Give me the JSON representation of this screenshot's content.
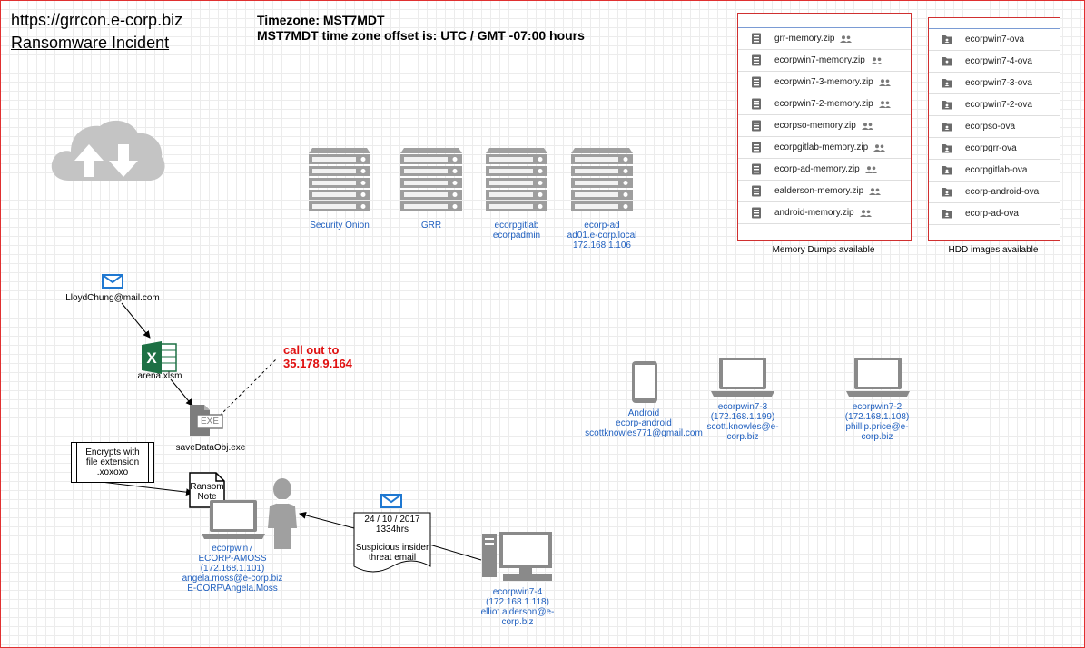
{
  "header": {
    "url": "https://grrcon.e-corp.biz",
    "incident": "Ransomware Incident",
    "timezone": "Timezone: MST7MDT",
    "offset": "MST7MDT time zone offset is: UTC / GMT -07:00 hours"
  },
  "servers": [
    {
      "l1": "Security Onion",
      "l2": "",
      "l3": ""
    },
    {
      "l1": "GRR",
      "l2": "",
      "l3": ""
    },
    {
      "l1": "ecorpgitlab",
      "l2": "ecorpadmin",
      "l3": ""
    },
    {
      "l1": "ecorp-ad",
      "l2": "ad01.e-corp.local",
      "l3": "172.168.1.106"
    }
  ],
  "memory": {
    "caption": "Memory Dumps available",
    "items": [
      "grr-memory.zip",
      "ecorpwin7-memory.zip",
      "ecorpwin7-3-memory.zip",
      "ecorpwin7-2-memory.zip",
      "ecorpso-memory.zip",
      "ecorpgitlab-memory.zip",
      "ecorp-ad-memory.zip",
      "ealderson-memory.zip",
      "android-memory.zip"
    ]
  },
  "hdd": {
    "caption": "HDD images available",
    "items": [
      "ecorpwin7-ova",
      "ecorpwin7-4-ova",
      "ecorpwin7-3-ova",
      "ecorpwin7-2-ova",
      "ecorpso-ova",
      "ecorpgrr-ova",
      "ecorpgitlab-ova",
      "ecorp-android-ova",
      "ecorp-ad-ova"
    ]
  },
  "attack": {
    "email": "LloydChung@mail.com",
    "xlsm": "arena.xlsm",
    "exe_label": "saveDataObj.exe",
    "exe_icon_text": "EXE",
    "callout_1": "call out to",
    "callout_2": "35.178.9.164",
    "encrypt_1": "Encrypts with",
    "encrypt_2": "file extension",
    "encrypt_3": ".xoxoxo",
    "ransom_1": "Ransom",
    "ransom_2": "Note"
  },
  "victim": {
    "l1": "ecorpwin7",
    "l2": "ECORP-AMOSS",
    "l3": "(172.168.1.101)",
    "l4": "angela.moss@e-corp.biz",
    "l5": "E-CORP\\Angela.Moss"
  },
  "insider": {
    "date": "24 / 10 / 2017",
    "time": "1334hrs",
    "s1": "Suspicious insider",
    "s2": "threat email"
  },
  "desktop": {
    "l1": "ecorpwin7-4",
    "l2": "(172.168.1.118)",
    "l3": "elliot.alderson@e-",
    "l4": "corp.biz"
  },
  "android": {
    "l1": "Android",
    "l2": "ecorp-android",
    "l3": "scottknowles771@gmail.com"
  },
  "laptop3": {
    "l1": "ecorpwin7-3",
    "l2": "(172.168.1.199)",
    "l3": "scott.knowles@e-",
    "l4": "corp.biz"
  },
  "laptop2": {
    "l1": "ecorpwin7-2",
    "l2": "(172.168.1.108)",
    "l3": "phillip.price@e-",
    "l4": "corp.biz"
  },
  "colors": {
    "label_blue": "#1f5fbf",
    "alert_red": "#e01010",
    "icon_grey": "#8a8a8a",
    "excel_green": "#1d7044"
  }
}
